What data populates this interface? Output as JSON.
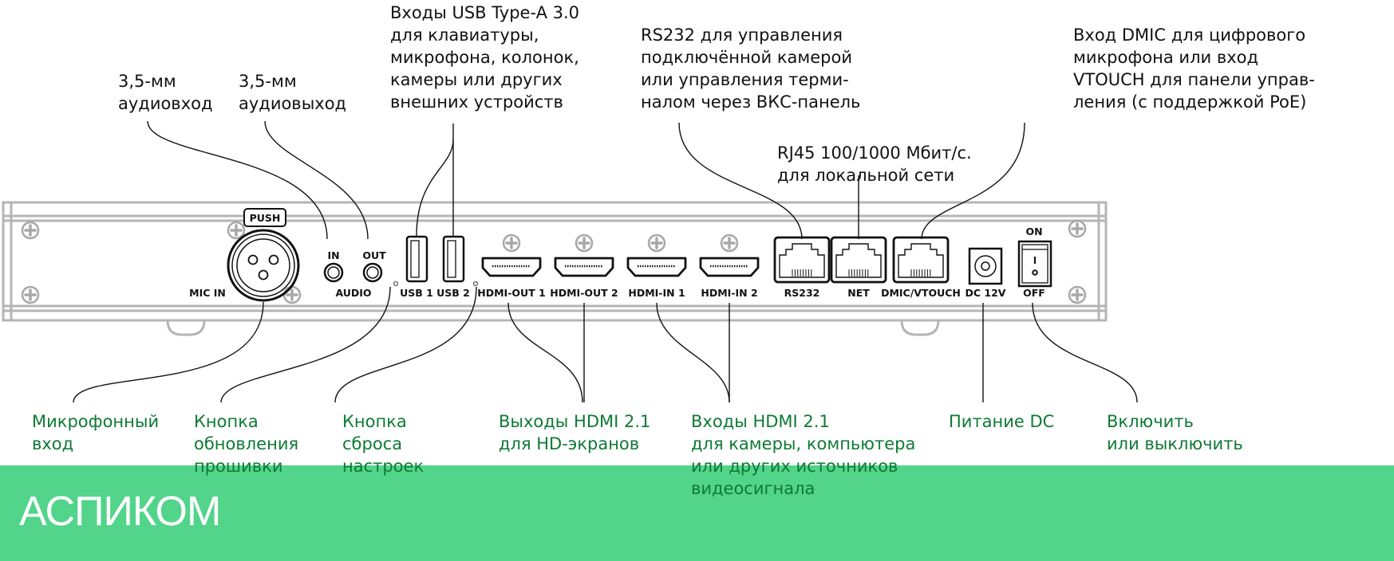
{
  "top_labels": {
    "audio_in": "3,5-мм\nаудиовход",
    "audio_out": "3,5-мм\nаудиовыход",
    "usb": "Входы USB Type-A 3.0\nдля клавиатуры,\nмикрофона, колонок,\nкамеры или других\nвнешних устройств",
    "rs232": "RS232 для управления\nподключённой камерой\nили управления терми-\nналом через ВКС-панель",
    "net": "RJ45 100/1000 Мбит/с.\nдля локальной сети",
    "dmic": "Вход DMIC для цифрового\nмикрофона или вход\nVTOUCH для панели управ-\nления (с поддержкой PoE)"
  },
  "bottom_labels": {
    "mic_in": "Микрофонный\nвход",
    "firmware": "Кнопка\nобновления\nпрошивки",
    "reset": "Кнопка\nсброса\nнастроек",
    "hdmi_out": "Выходы HDMI 2.1\nдля HD-экранов",
    "hdmi_in": "Входы HDMI 2.1\nдля камеры, компьютера\nили других источников\nвидеосигнала",
    "power": "Питание DC",
    "switch": "Включить\nили выключить"
  },
  "ports": {
    "push": "PUSH",
    "mic_in": "MIC IN",
    "in": "IN",
    "out": "OUT",
    "audio": "AUDIO",
    "usb1": "USB 1",
    "usb2": "USB 2",
    "hdmi_out1": "HDMI-OUT 1",
    "hdmi_out2": "HDMI-OUT 2",
    "hdmi_in1": "HDMI-IN 1",
    "hdmi_in2": "HDMI-IN 2",
    "rs232": "RS232",
    "net": "NET",
    "dmic": "DMIC/VTOUCH",
    "dc": "DC 12V",
    "on": "ON",
    "off": "OFF"
  },
  "brand": "АСПИКОМ",
  "colors": {
    "band": "#52d48a",
    "bottom_text": "#0d7a34",
    "panel_outline": "#b5b5b5"
  }
}
